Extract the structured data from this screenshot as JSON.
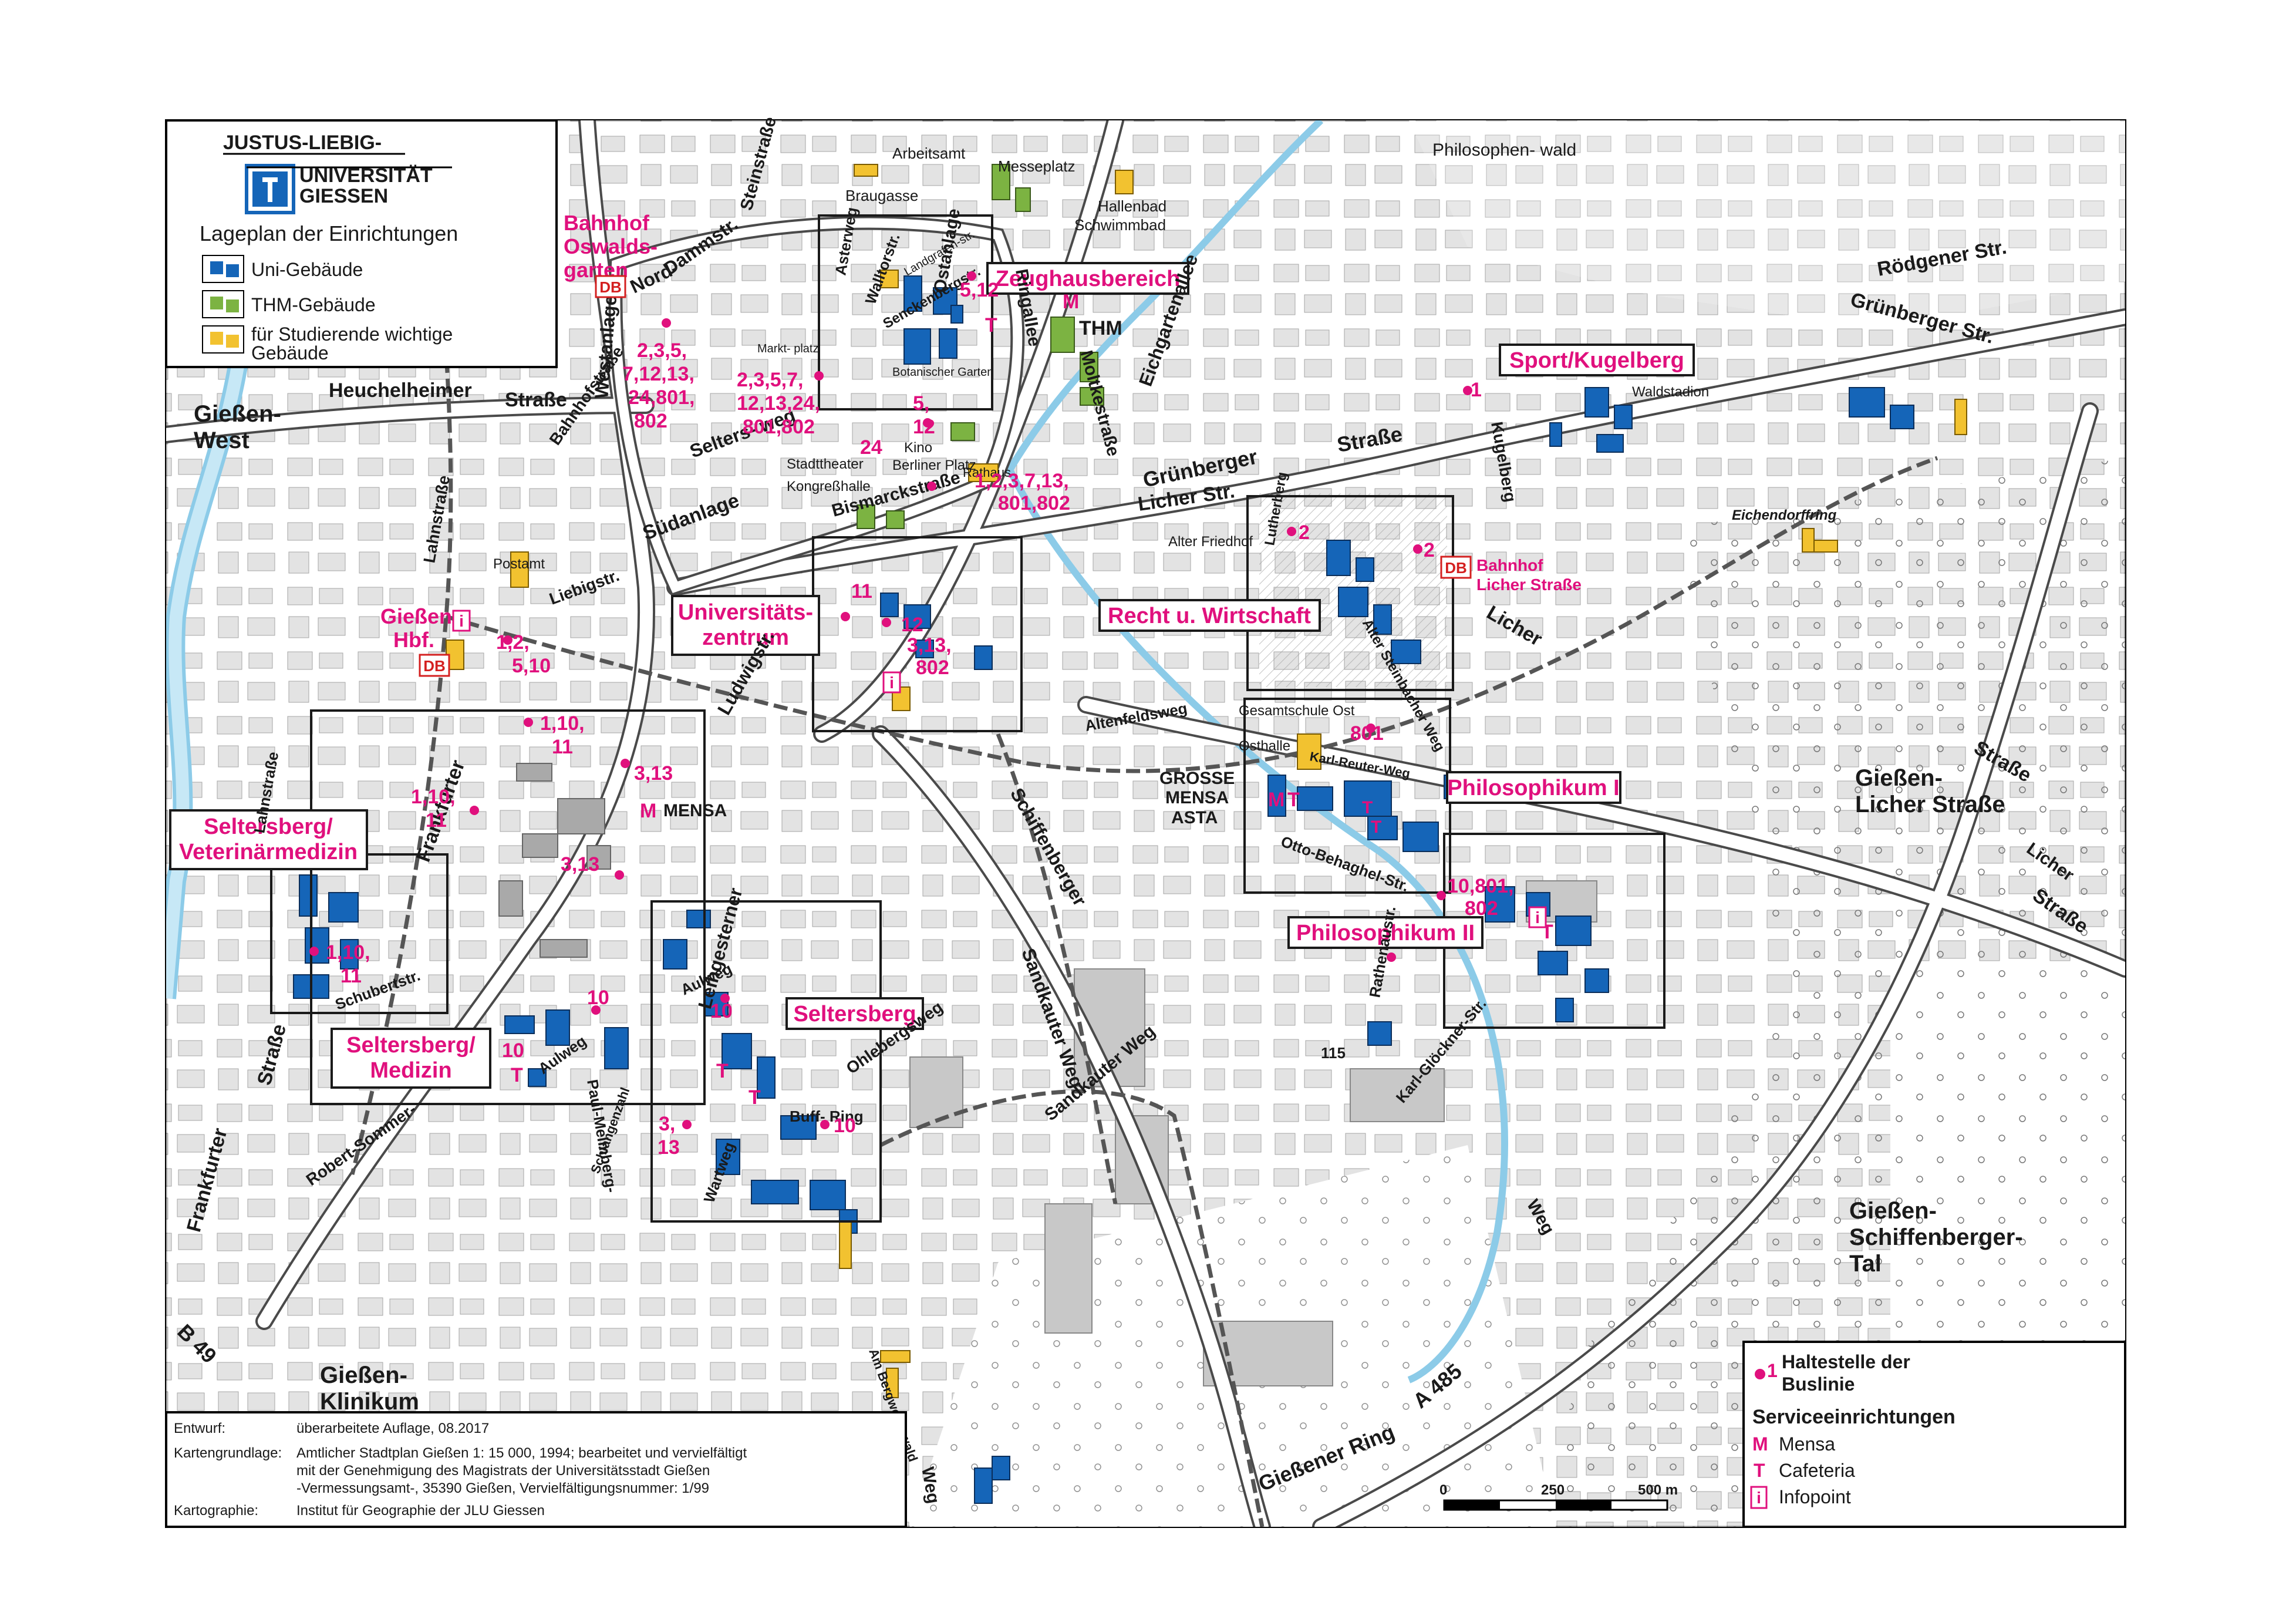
{
  "legend": {
    "uni_line1": "JUSTUS-LIEBIG-",
    "uni_line2": "UNIVERSITÄT",
    "uni_line3": "GIESSEN",
    "title": "Lageplan der Einrichtungen",
    "items": [
      {
        "label": "Uni-Gebäude",
        "color": "#1565b8"
      },
      {
        "label": "THM-Gebäude",
        "color": "#7cb342"
      },
      {
        "label": "für Studierende wichtige",
        "label2": "Gebäude",
        "color": "#f2c230"
      }
    ]
  },
  "colors": {
    "pink": "#e0107d",
    "uni": "#1565b8",
    "thm": "#7cb342",
    "student": "#f2c230",
    "road_fill": "#ffffff",
    "block": "#dcdcdc",
    "water": "#bfe3f2"
  },
  "areas": [
    {
      "label": "Zeughausbereich"
    },
    {
      "label": "Sport/Kugelberg"
    },
    {
      "label": "Recht u. Wirtschaft"
    },
    {
      "label": "Universitäts-",
      "label2": "zentrum"
    },
    {
      "label": "Philosophikum I"
    },
    {
      "label": "Philosophikum II"
    },
    {
      "label": "Seltersberg/",
      "label2": "Veterinärmedizin"
    },
    {
      "label": "Seltersberg/",
      "label2": "Medizin"
    },
    {
      "label": "Seltersberg"
    }
  ],
  "districts": {
    "giessen_west": [
      "Gießen-",
      "West"
    ],
    "giessen_klinikum": [
      "Gießen-",
      "Klinikum"
    ],
    "giessen_licher": [
      "Gießen-",
      "Licher Straße"
    ],
    "giessen_schiffen": [
      "Gießen-",
      "Schiffenberger-",
      "Tal"
    ]
  },
  "stations": {
    "oswaldsgarten": [
      "Bahnhof",
      "Oswalds-",
      "garten"
    ],
    "hbf": [
      "Gießen",
      "Hbf."
    ],
    "licher": [
      "Bahnhof",
      "Licher Straße"
    ],
    "db": "DB"
  },
  "streets": {
    "heuchelheimer": "Heuchelheimer",
    "strasse": "Straße",
    "westanlage": "Westanlage",
    "nordanlage": "Nord-",
    "dammstr": "Dammstr.",
    "steinstrasse": "Steinstraße",
    "asterweg": "Asterweg",
    "walltorstr": "Walltorstr.",
    "ostanlage": "Ostanlage",
    "ringallee": "Ringallee",
    "eichgartenallee": "Eichgartenallee",
    "moltkestrasse": "Moltkestraße",
    "gruenberger": "Grünberger",
    "licher_str": "Licher Str.",
    "licher": "Licher",
    "roedgener": "Rödgener Str.",
    "gruenberger_str": "Grünberger Str.",
    "suedanlage": "Südanlage",
    "bismarckstrasse": "Bismarckstraße",
    "seltersweg": "Selters- weg",
    "bahnhofstrasse": "Bahnhofstraße",
    "lahnstrasse": "Lahnstraße",
    "liebigstr": "Liebigstr.",
    "frankfurter": "Frankfurter",
    "ludwigstr": "Ludwigstr.",
    "schiffenberger": "Schiffenberger",
    "sandkauter": "Sandkauter Weg",
    "ohlebergsweg": "Ohlebergsweg",
    "leihgesterner": "Leihgesterner",
    "aulweg": "Aulweg",
    "wartweg": "Wartweg",
    "buffring": "Buff- Ring",
    "robert_sommer": "Robert-Sommer-",
    "schubertstr": "Schubertstr.",
    "paul_meimberg": "Paul-Meimberg-",
    "rathenaustr": "Rathenaustr.",
    "karl_gloeckner": "Karl-Glöckner-Str.",
    "otto_behaghel": "Otto-Behaghel-Str.",
    "karl_reuter": "Karl-Reuter-Weg",
    "altenfeldsweg": "Altenfeldsweg",
    "giessener_ring": "Gießener Ring",
    "a485": "A 485",
    "b49": "B 49",
    "lutherberg": "Lutherberg",
    "kugelberg": "Kugelberg",
    "grabenstr": "Grünberger Str.",
    "alter_friedhof": "Alter Friedhof",
    "eichendorffring": "Eichendorffring",
    "waldstadion": "Waldstadion",
    "philosophenwald": "Philosophen- wald",
    "weg": "Weg",
    "alter_steinbacher": "Alter Steinbacher Weg",
    "am_bergwerkswald": "Am Bergwerkswald",
    "schlangenzahl": "Schlangenzahl"
  },
  "places": {
    "arbeitsamt": "Arbeitsamt",
    "messeplatz": "Messeplatz",
    "hallenbad": "Hallenbad",
    "schwimmbad": "Schwimmbad",
    "braugasse": "Braugasse",
    "marktplatz": "Markt- platz",
    "stadttheater": "Stadttheater",
    "kongresshalle": "Kongreßhalle",
    "kino": "Kino",
    "berliner_platz": "Berliner Platz",
    "rathaus": "Rathaus",
    "postamt": "Postamt",
    "thm": "THM",
    "mensa": "MENSA",
    "grosse_mensa": "GROSSE",
    "grosse_mensa2": "MENSA",
    "asta": "ASTA",
    "gesamtschule": "Gesamtschule Ost",
    "osthalle": "Osthalle",
    "botanischer": "Botanischer Garten",
    "landgrafen": "Landgrafen-str.",
    "senckenberg": "Senckenbergstr."
  },
  "bus_labels": {
    "b1": "1",
    "b2a": "2",
    "b2b": "2",
    "b801": "801",
    "b10_801_802": "10,801,",
    "b10_801_802b": "802",
    "b5_12": "5,12",
    "b5_12b": "5,",
    "b5_12c": "12",
    "b2357": "2,3,5,",
    "b2357b": "7,12,13,",
    "b2357c": "24,801,",
    "b2357d": "802",
    "b23b": "2,3,5,7,",
    "b23c": "12,13,24,",
    "b23d": "801,802",
    "b24": "24",
    "b1237": "1,2,3,7,13,",
    "b1237b": "801,802",
    "b11": "11",
    "b12": "12",
    "b313": "3,13,",
    "b313b": "802",
    "b1_2": "1,2,",
    "b1_2b": "5,10",
    "b1_10": "1,10,",
    "b1_10b": "11",
    "b1_10c": "1,10,",
    "b1_10d": "11",
    "b313m": "3,13",
    "b313x": "3,13",
    "b1_10e": "1,10,",
    "b1_10f": "11",
    "b10": "10",
    "b10b": "10",
    "b10c": "10",
    "b10t": "10",
    "b3": "3,",
    "b13": "13",
    "b115": "115",
    "m": "M",
    "t": "T",
    "i": "i"
  },
  "footer": {
    "entwurf_k": "Entwurf:",
    "entwurf_v": "überarbeitete Auflage, 08.2017",
    "grundlage_k": "Kartengrundlage:",
    "grundlage_v1": "Amtlicher Stadtplan Gießen 1: 15 000, 1994; bearbeitet und vervielfältigt",
    "grundlage_v2": "mit der Genehmigung des Magistrats der Universitätsstadt Gießen",
    "grundlage_v3": "-Vermessungsamt-, 35390 Gießen, Vervielfältigungsnummer: 1/99",
    "karto_k": "Kartographie:",
    "karto_v": "Institut für Geographie der JLU Giessen"
  },
  "service_legend": {
    "stop_num": "1",
    "stop1": "Haltestelle der",
    "stop2": "Buslinie",
    "title": "Serviceeinrichtungen",
    "items": [
      {
        "symbol": "M",
        "label": "Mensa"
      },
      {
        "symbol": "T",
        "label": "Cafeteria"
      },
      {
        "symbol": "i",
        "label": "Infopoint"
      }
    ]
  },
  "scalebar": {
    "ticks": [
      "0",
      "250",
      "500 m"
    ]
  }
}
